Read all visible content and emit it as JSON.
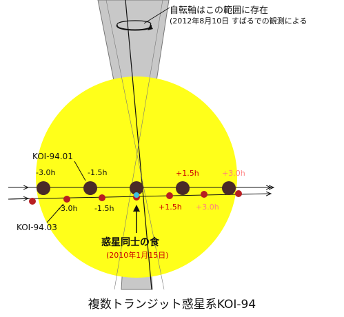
{
  "spin_note": {
    "line1": "自転軸はこの範囲に存在",
    "line2": "(2012年8月10日 すばるでの観測による"
  },
  "planets": {
    "koi_9401": {
      "name": "KOI-94.01",
      "times": [
        "-3.0h",
        "-1.5h",
        "+1.5h",
        "+3.0h"
      ]
    },
    "koi_9403": {
      "name": "KOI-94.03",
      "times": [
        "-3.0h",
        "-1.5h",
        "+1.5h",
        "+3.0h"
      ]
    }
  },
  "eclipse": {
    "title": "惑星同士の食",
    "date": "(2010年1月15日)"
  },
  "figure_title": "複数トランジット惑星系KOI-94",
  "colors": {
    "star": "#ffff1a",
    "cone": "#c8c8c8",
    "planet_large": "#4a2a28",
    "planet_small": "#b81e22",
    "overlap": "#3fbfe0",
    "red_text": "#cc0000",
    "light_red_text": "#ff8080"
  },
  "icons": [
    "rotation-arrow-icon",
    "pointer-arrow-icon",
    "transit-arrow-icon"
  ]
}
